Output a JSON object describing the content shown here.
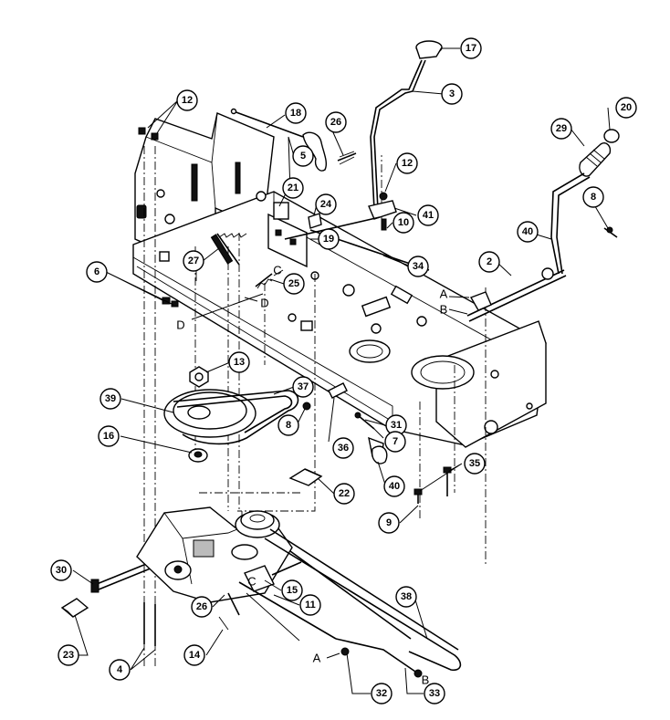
{
  "callouts": [
    {
      "id": "c12a",
      "label": "12"
    },
    {
      "id": "c18",
      "label": "18"
    },
    {
      "id": "c26a",
      "label": "26"
    },
    {
      "id": "c17",
      "label": "17"
    },
    {
      "id": "c3",
      "label": "3"
    },
    {
      "id": "c20",
      "label": "20"
    },
    {
      "id": "c29",
      "label": "29"
    },
    {
      "id": "c5",
      "label": "5"
    },
    {
      "id": "c12b",
      "label": "12"
    },
    {
      "id": "c21",
      "label": "21"
    },
    {
      "id": "c24",
      "label": "24"
    },
    {
      "id": "c41",
      "label": "41"
    },
    {
      "id": "c8a",
      "label": "8"
    },
    {
      "id": "c40a",
      "label": "40"
    },
    {
      "id": "c19",
      "label": "19"
    },
    {
      "id": "c10",
      "label": "10"
    },
    {
      "id": "c27",
      "label": "27"
    },
    {
      "id": "c34",
      "label": "34"
    },
    {
      "id": "c2",
      "label": "2"
    },
    {
      "id": "c6",
      "label": "6"
    },
    {
      "id": "c25",
      "label": "25"
    },
    {
      "id": "c13",
      "label": "13"
    },
    {
      "id": "c37",
      "label": "37"
    },
    {
      "id": "c39",
      "label": "39"
    },
    {
      "id": "c8b",
      "label": "8"
    },
    {
      "id": "c31",
      "label": "31"
    },
    {
      "id": "c36",
      "label": "36"
    },
    {
      "id": "c7",
      "label": "7"
    },
    {
      "id": "c16",
      "label": "16"
    },
    {
      "id": "c40b",
      "label": "40"
    },
    {
      "id": "c35",
      "label": "35"
    },
    {
      "id": "c22",
      "label": "22"
    },
    {
      "id": "c9",
      "label": "9"
    },
    {
      "id": "c30",
      "label": "30"
    },
    {
      "id": "c15",
      "label": "15"
    },
    {
      "id": "c11",
      "label": "11"
    },
    {
      "id": "c38",
      "label": "38"
    },
    {
      "id": "c26b",
      "label": "26"
    },
    {
      "id": "c23",
      "label": "23"
    },
    {
      "id": "c14",
      "label": "14"
    },
    {
      "id": "c4",
      "label": "4"
    },
    {
      "id": "c32",
      "label": "32"
    },
    {
      "id": "c33",
      "label": "33"
    }
  ],
  "letters": [
    {
      "id": "lA1",
      "label": "A"
    },
    {
      "id": "lB1",
      "label": "B"
    },
    {
      "id": "lC1",
      "label": "C"
    },
    {
      "id": "lD1",
      "label": "D"
    },
    {
      "id": "lD2",
      "label": "D"
    },
    {
      "id": "lC2",
      "label": "C"
    },
    {
      "id": "lA2",
      "label": "A"
    },
    {
      "id": "lB2",
      "label": "B"
    }
  ]
}
